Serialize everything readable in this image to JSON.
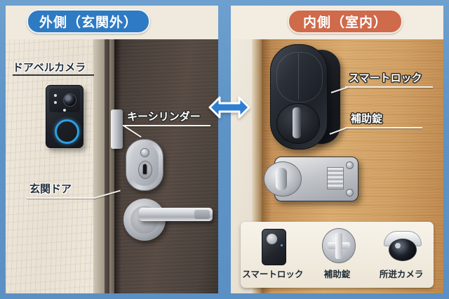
{
  "theme": {
    "frame_color": "#5d95c9",
    "panel_bg": "#efe9de",
    "badge_left_color": "#2e7bc4",
    "badge_right_color": "#cf6a4a",
    "arrow_color": "#2f7fd0",
    "accent_blue": "#2f9fe0"
  },
  "left_panel": {
    "badge": "外側（玄関外）",
    "labels": {
      "doorbell_camera": "ドアベルカメラ",
      "key_cylinder": "キーシリンダー",
      "entrance_door": "玄関ドア"
    },
    "parts": {
      "doorbell_camera": "doorbell-camera",
      "key_cylinder": "key-cylinder",
      "lever_handle": "lever-handle",
      "latch_plate": "latch-plate"
    }
  },
  "right_panel": {
    "badge": "内側（室内）",
    "labels": {
      "smart_lock": "スマートロック",
      "auxiliary_lock": "補助錠"
    },
    "parts": {
      "smart_lock": "smart-lock",
      "auxiliary_lock": "auxiliary-lock"
    },
    "legend": {
      "items": [
        {
          "icon": "smart-lock-icon",
          "caption": "スマートロック"
        },
        {
          "icon": "auxiliary-lock-icon",
          "caption": "補助錠"
        },
        {
          "icon": "security-camera-icon",
          "caption": "所迸カメラ"
        }
      ]
    }
  },
  "center": {
    "arrow": "double-headed-arrow"
  }
}
